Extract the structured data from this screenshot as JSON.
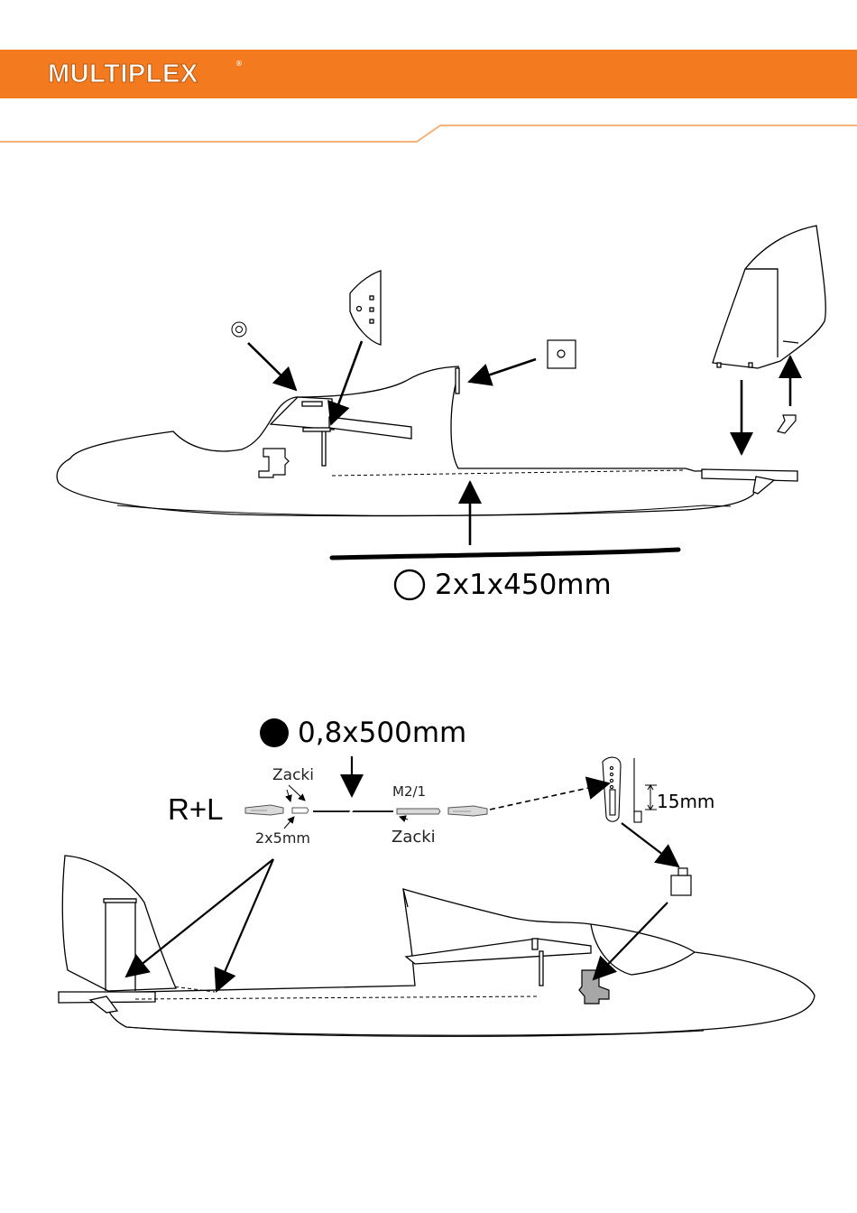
{
  "brand": {
    "name": "MULTIPLEX",
    "registered": "®",
    "header_color": "#f47a20"
  },
  "figure1": {
    "carbon_rod": {
      "symbol": "open-circle-icon",
      "label": "2x1x450mm"
    }
  },
  "figure2": {
    "side_label": "R+L",
    "wire": {
      "symbol": "filled-circle-icon",
      "label": "0,8x500mm"
    },
    "zacki_top": "Zacki",
    "clevis_size": "2x5mm",
    "thread": "M2/1",
    "zacki_bottom": "Zacki",
    "horn_distance": "15mm"
  }
}
